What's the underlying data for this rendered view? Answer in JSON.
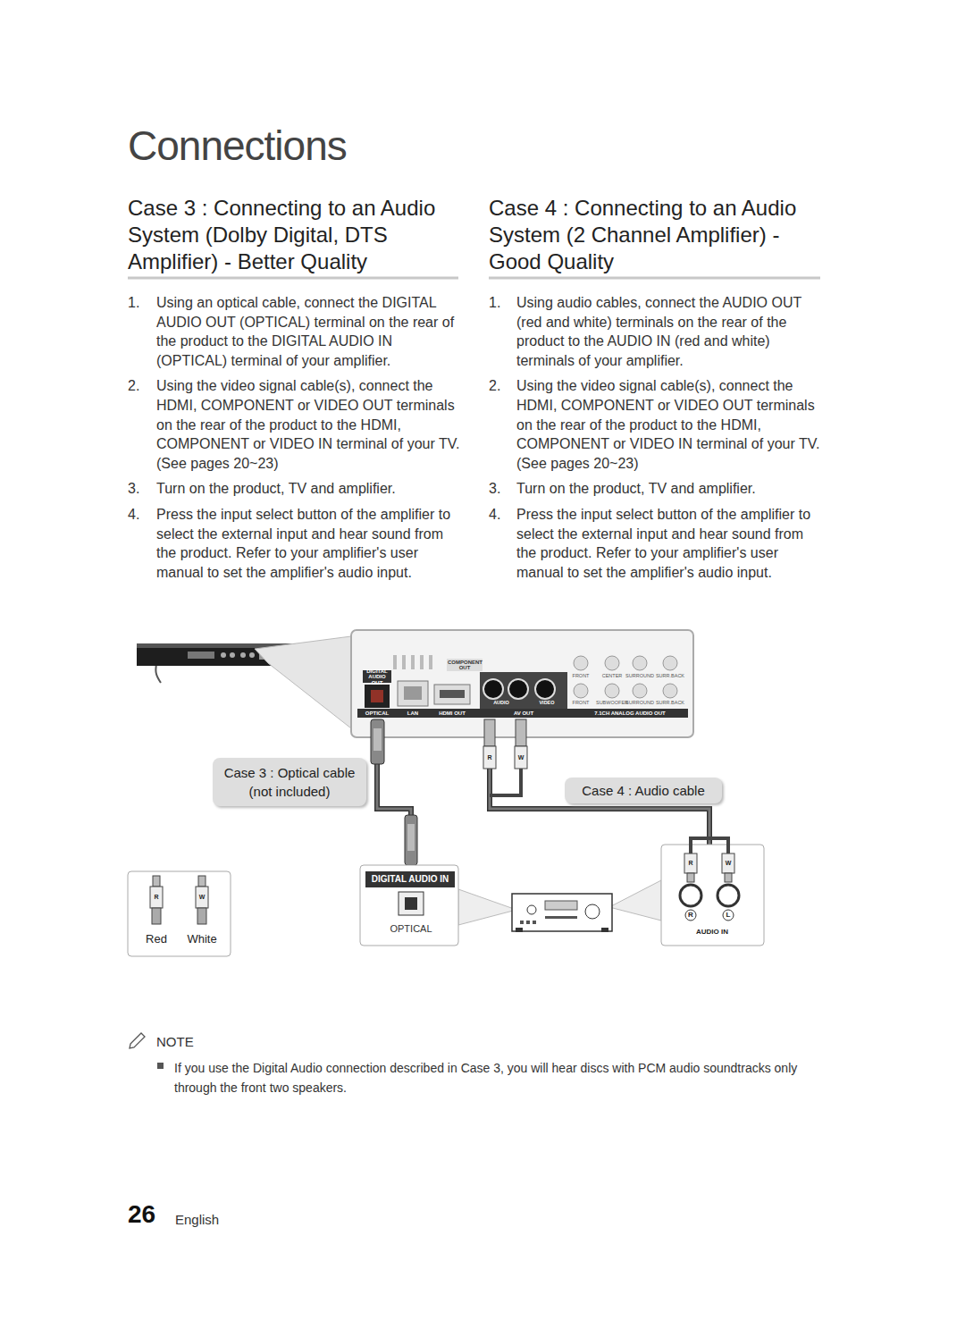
{
  "diagram": {
    "title": "Connections",
    "nodes": [
      {
        "text": [
          "DIGITAL AUDIO OUT",
          "OPTICAL",
          "LAN",
          "HDMI OUT",
          "COMPONENT OUT",
          "AUDIO",
          "VIDEO",
          "AV OUT",
          "7.1CH ANALOG AUDIO OUT",
          "FRONT",
          "CENTER",
          "SURROUND",
          "SURR.BACK",
          "FRONT",
          "SUBWOOFER",
          "SURROUND",
          "SURR.BACK"
        ]
      },
      {
        "text": [
          "Case 3 : Optical cable (not included)"
        ]
      },
      {
        "text": [
          "Case 4 : Audio cable"
        ]
      },
      {
        "text": [
          "DIGITAL AUDIO IN",
          "OPTICAL"
        ]
      },
      {
        "text": [
          "R",
          "W",
          "R",
          "L",
          "AUDIO IN"
        ]
      },
      {
        "text": [
          "R",
          "W",
          "Red",
          "White"
        ]
      }
    ],
    "edges": [
      {
        "from": 0,
        "to": 3,
        "arrow": "none"
      },
      {
        "from": 0,
        "to": 4,
        "arrow": "none"
      }
    ],
    "labels": [
      "Case 3 : Connecting to an Audio System (Dolby Digital, DTS Amplifier) - Better Quality",
      "Case 4 : Connecting to an Audio System (2 Channel Amplifier) - Good Quality",
      "1.",
      "Using an optical cable, connect the DIGITAL AUDIO OUT (OPTICAL) terminal on the rear of the product to the DIGITAL AUDIO IN (OPTICAL) terminal of your amplifier.",
      "2.",
      "Using the video signal cable(s), connect the HDMI, COMPONENT or VIDEO OUT terminals on the rear of the product to the HDMI, COMPONENT or VIDEO IN terminal of your TV. (See pages 20~23)",
      "3.",
      "Turn on the product, TV and amplifier.",
      "4.",
      "Press the input select button of the amplifier to select the external input and hear sound from the product. Refer to your amplifier's user manual to set the amplifier's audio input.",
      "1.",
      "Using audio cables, connect the AUDIO OUT (red and white) terminals on the rear of the product to the AUDIO IN (red and white) terminals of your amplifier.",
      "2.",
      "Using the video signal cable(s), connect the HDMI, COMPONENT or VIDEO OUT terminals on the rear of the product to the HDMI, COMPONENT or VIDEO IN terminal of your TV. (See pages 20~23)",
      "3.",
      "Turn on the product, TV and amplifier.",
      "4.",
      "Press the input select button of the amplifier to select the external input and hear sound from the product. Refer to your amplifier's user manual to set the amplifier's audio input.",
      "R",
      "W",
      "NOTE",
      "If you use the Digital Audio connection described in Case 3, you will hear discs with PCM audio soundtracks only through the front two speakers.",
      "26",
      "English"
    ]
  }
}
